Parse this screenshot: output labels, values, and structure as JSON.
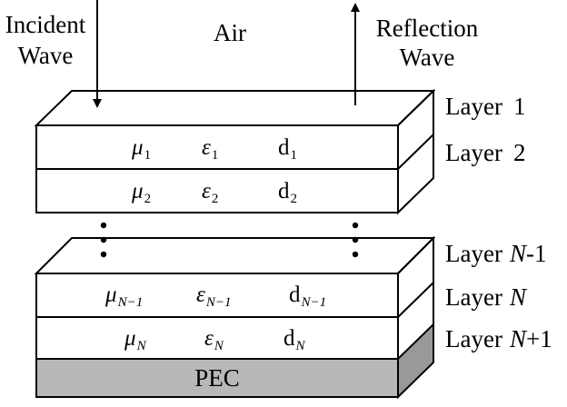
{
  "labels": {
    "incident": [
      "Incident",
      "Wave"
    ],
    "air": "Air",
    "reflection": [
      "Reflection",
      "Wave"
    ],
    "pec": "PEC"
  },
  "layers": [
    {
      "word": "Layer",
      "index": "1",
      "suffix": ""
    },
    {
      "word": "Layer",
      "index": "2",
      "suffix": ""
    },
    {
      "word": "Layer",
      "index": "N",
      "suffix": "-1"
    },
    {
      "word": "Layer",
      "index": "N",
      "suffix": ""
    },
    {
      "word": "Layer",
      "index": "N",
      "suffix": "+1"
    }
  ],
  "parameters": [
    {
      "mu": "μ",
      "eps": "ε",
      "d": "d",
      "sub": "1"
    },
    {
      "mu": "μ",
      "eps": "ε",
      "d": "d",
      "sub": "2"
    },
    {
      "mu": "μ",
      "eps": "ε",
      "d": "d",
      "sub": "N−1"
    },
    {
      "mu": "μ",
      "eps": "ε",
      "d": "d",
      "sub": "N"
    }
  ],
  "colors": {
    "pec_front": "#b8b8b8",
    "pec_side": "#999999",
    "line": "#000000"
  }
}
